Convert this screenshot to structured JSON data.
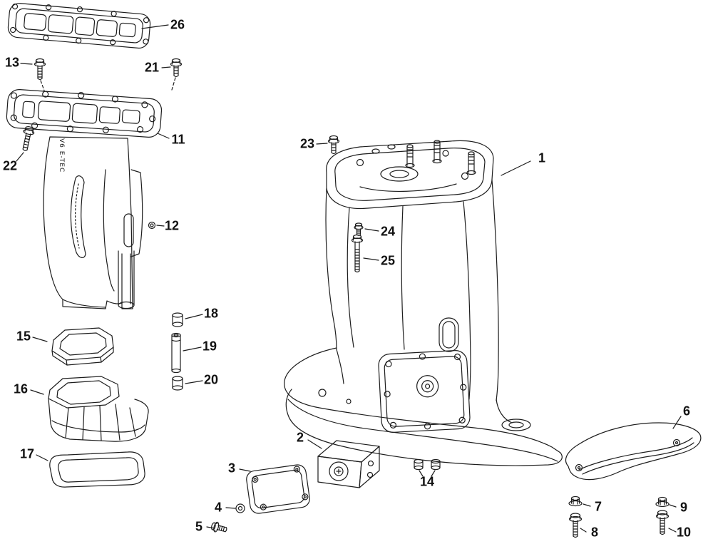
{
  "diagram": {
    "background_color": "#ffffff",
    "line_color": "#1d1d1d",
    "label_color": "#111111",
    "housing_text": "V6 E-TEC",
    "callouts": [
      {
        "label": "1"
      },
      {
        "label": "2"
      },
      {
        "label": "3"
      },
      {
        "label": "4"
      },
      {
        "label": "5"
      },
      {
        "label": "6"
      },
      {
        "label": "7"
      },
      {
        "label": "8"
      },
      {
        "label": "9"
      },
      {
        "label": "10"
      },
      {
        "label": "11"
      },
      {
        "label": "12"
      },
      {
        "label": "13"
      },
      {
        "label": "14"
      },
      {
        "label": "15"
      },
      {
        "label": "16"
      },
      {
        "label": "17"
      },
      {
        "label": "18"
      },
      {
        "label": "19"
      },
      {
        "label": "20"
      },
      {
        "label": "21"
      },
      {
        "label": "22"
      },
      {
        "label": "23"
      },
      {
        "label": "24"
      },
      {
        "label": "25"
      },
      {
        "label": "26"
      }
    ]
  }
}
